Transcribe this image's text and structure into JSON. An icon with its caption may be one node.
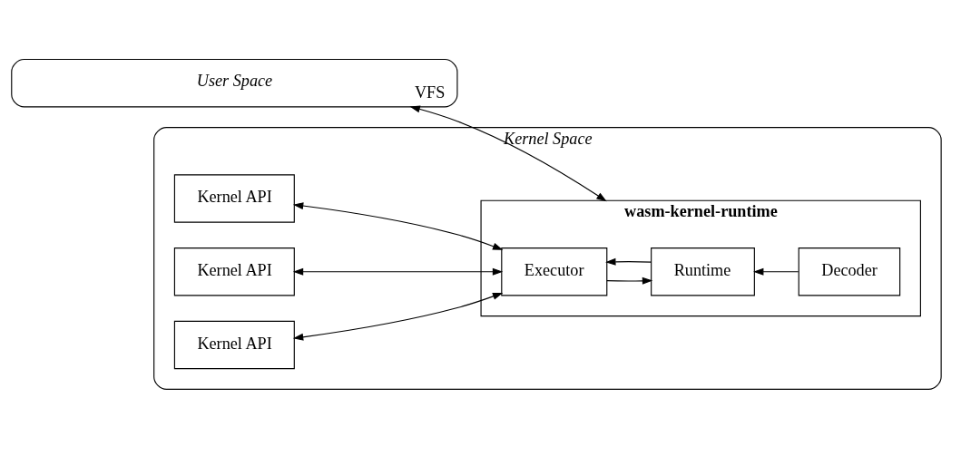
{
  "diagram": {
    "nodes": [
      {
        "text": [
          "User Space"
        ]
      },
      {
        "text": [
          "Kernel Space"
        ]
      },
      {
        "text": [
          "Kernel API"
        ],
        "in": 1
      },
      {
        "text": [
          "Kernel API"
        ],
        "in": 1
      },
      {
        "text": [
          "Kernel API"
        ],
        "in": 1
      },
      {
        "text": [
          "wasm-kernel-runtime"
        ],
        "in": 1
      },
      {
        "text": [
          "Executor"
        ],
        "in": 5
      },
      {
        "text": [
          "Runtime"
        ],
        "in": 5
      },
      {
        "text": [
          "Decoder"
        ],
        "in": 5
      }
    ],
    "edges": [
      {
        "from": 0,
        "to": 5,
        "arrow": "both",
        "label": "VFS"
      },
      {
        "from": 2,
        "to": 6,
        "arrow": "both"
      },
      {
        "from": 3,
        "to": 6,
        "arrow": "both"
      },
      {
        "from": 4,
        "to": 6,
        "arrow": "both"
      },
      {
        "from": 6,
        "to": 7,
        "arrow": "to"
      },
      {
        "from": 7,
        "to": 6,
        "arrow": "to"
      },
      {
        "from": 8,
        "to": 7,
        "arrow": "to"
      }
    ]
  }
}
